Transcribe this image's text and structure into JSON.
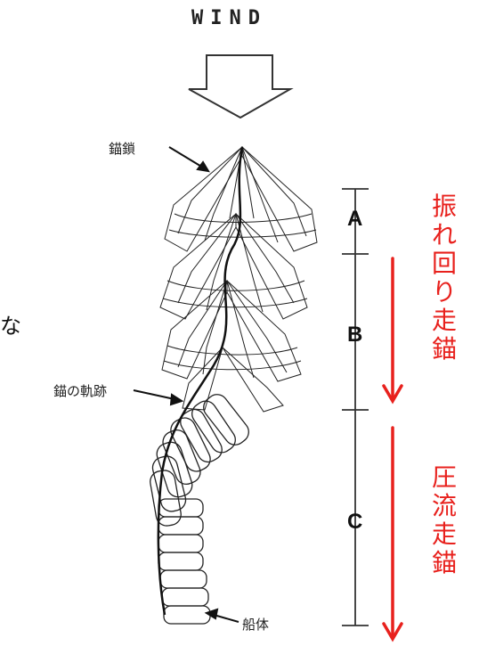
{
  "diagram": {
    "wind_label": "WIND",
    "anchor_chain_label": "錨鎖",
    "anchor_track_label": "錨の軌跡",
    "hull_label": "船体",
    "segments": [
      "A",
      "B",
      "C"
    ],
    "red_label_top": "振れ回り走錨",
    "red_label_bottom": "圧流走錨",
    "stray_char": "な",
    "accent_color": "#e8211d"
  }
}
